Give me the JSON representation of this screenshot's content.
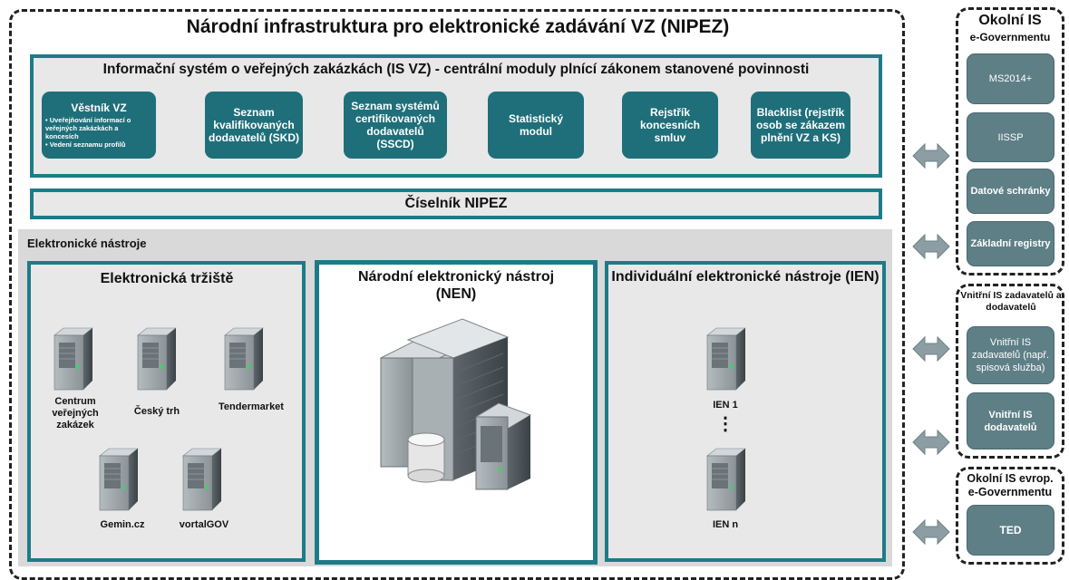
{
  "main_title": "Národní infrastruktura pro elektronické zadávání VZ (NIPEZ)",
  "isvz": {
    "title": "Informační systém o veřejných zakázkách (IS VZ) - centrální moduly plnící zákonem stanovené povinnosti",
    "modules": [
      {
        "title": "Věstník VZ",
        "bullets": [
          "Uveřejňování informací o veřejných zakázkách a koncesích",
          "Vedení seznamu profilů"
        ]
      },
      {
        "title": "Seznam kvalifikovaných dodavatelů (SKD)"
      },
      {
        "title": "Seznam systémů certifikovaných dodavatelů (SSCD)"
      },
      {
        "title": "Statistický modul"
      },
      {
        "title": "Rejstřík koncesních smluv"
      },
      {
        "title": "Blacklist (rejstřík osob se zákazem plnění VZ a KS)"
      }
    ]
  },
  "ciselnik": "Číselník NIPEZ",
  "nastroje": {
    "label": "Elektronické nástroje",
    "trziste": {
      "title": "Elektronická tržiště",
      "servers": [
        "Centrum veřejných zakázek",
        "Český trh",
        "Tendermarket",
        "Gemin.cz",
        "vortalGOV"
      ]
    },
    "nen": {
      "title": "Národní elektronický nástroj (NEN)"
    },
    "ien": {
      "title": "Individuální elektronické nástroje (IEN)",
      "servers": [
        "IEN 1",
        "IEN n"
      ],
      "ellipsis": "⋮"
    }
  },
  "okolni_is": {
    "title": "Okolní IS",
    "subtitle": "e-Governmentu",
    "items": [
      "MS2014+",
      "IISSP",
      "Datové schránky",
      "Základní registry"
    ]
  },
  "vnitrni_is": {
    "title": "Vnitřní IS zadavatelů a dodavatelů",
    "items": [
      "Vnitřní IS zadavatelů (např. spisová služba)",
      "Vnitřní IS dodavatelů"
    ]
  },
  "evrop_is": {
    "title": "Okolní IS evrop.",
    "subtitle": "e-Governmentu",
    "items": [
      "TED"
    ]
  },
  "colors": {
    "teal": "#1d7b88",
    "module": "#1f6f7a",
    "side_box": "#5e7f86",
    "panel": "#e8e8e8"
  },
  "icons": [
    "server-icon",
    "server-rack-icon",
    "double-arrow-icon"
  ]
}
